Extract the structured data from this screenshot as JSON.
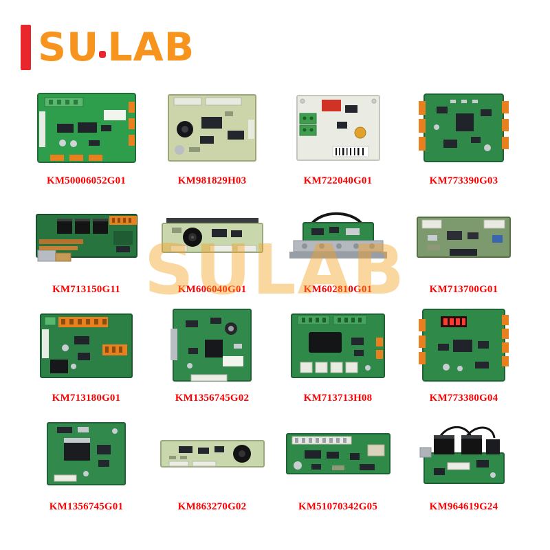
{
  "logo": {
    "part1": "SU",
    "part2": "LAB"
  },
  "watermark": {
    "text": "SULAB"
  },
  "products": [
    {
      "part_number": "KM50006052G01"
    },
    {
      "part_number": "KM981829H03"
    },
    {
      "part_number": "KM722040G01"
    },
    {
      "part_number": "KM773390G03"
    },
    {
      "part_number": "KM713150G11"
    },
    {
      "part_number": "KM606040G01"
    },
    {
      "part_number": "KM602810G01"
    },
    {
      "part_number": "KM713700G01"
    },
    {
      "part_number": "KM713180G01"
    },
    {
      "part_number": "KM1356745G02"
    },
    {
      "part_number": "KM713713H08"
    },
    {
      "part_number": "KM773380G04"
    },
    {
      "part_number": "KM1356745G01"
    },
    {
      "part_number": "KM863270G02"
    },
    {
      "part_number": "KM51070342G05"
    },
    {
      "part_number": "KM964619G24"
    }
  ],
  "colors": {
    "label": "#ff0000",
    "logo_orange": "#f7941d",
    "logo_red": "#e8262b",
    "watermark": "#f7a11f"
  }
}
